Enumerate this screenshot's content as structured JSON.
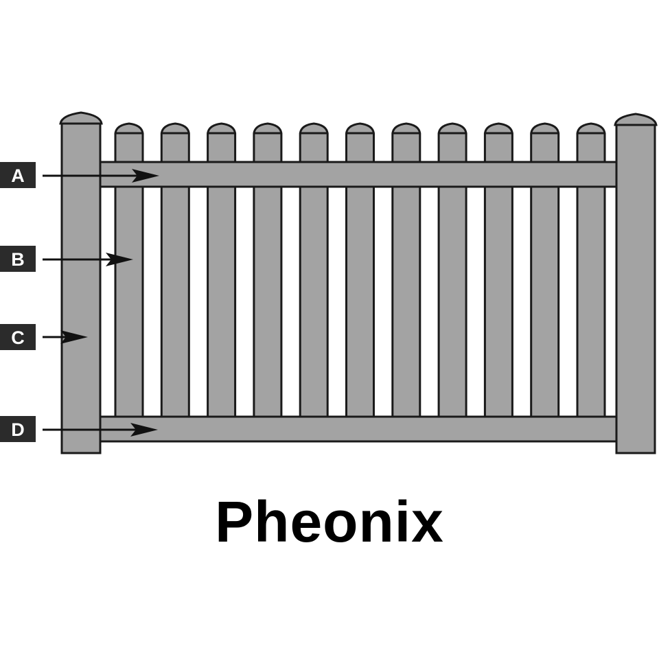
{
  "caption": "Pheonix",
  "labels": [
    {
      "id": "a",
      "text": "A"
    },
    {
      "id": "b",
      "text": "B"
    },
    {
      "id": "c",
      "text": "C"
    },
    {
      "id": "d",
      "text": "D"
    }
  ],
  "colors": {
    "fence_fill": "#a3a3a3",
    "outline": "#1a1a1a",
    "label_box": "#2b2b2b",
    "label_text": "#ffffff",
    "background": "#ffffff"
  }
}
